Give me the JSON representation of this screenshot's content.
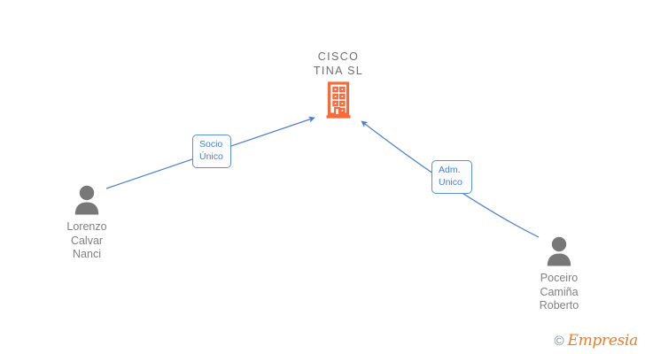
{
  "diagram": {
    "type": "corporate-relationship-graph",
    "background_color": "#ffffff",
    "company": {
      "name": "CISCO\nTINA  SL",
      "icon": "office-building-icon",
      "icon_color": "#f96a3b",
      "label_color": "#6e6e6e"
    },
    "people": [
      {
        "id": "person-left",
        "name": "Lorenzo\nCalvar\nNanci",
        "icon": "person-avatar-icon",
        "icon_color": "#787878",
        "label_color": "#808080"
      },
      {
        "id": "person-right",
        "name": "Poceiro\nCamiña\nRoberto",
        "icon": "person-avatar-icon",
        "icon_color": "#787878",
        "label_color": "#808080"
      }
    ],
    "relations": [
      {
        "id": "relation-socio-unico",
        "label": "Socio\nÚnico",
        "from": "person-left",
        "to": "company",
        "edge_color": "#4a7fd0",
        "border_color": "#5b8fd6",
        "text_color": "#4a7fd0"
      },
      {
        "id": "relation-adm-unico",
        "label": "Adm.\nUnico",
        "from": "person-right",
        "to": "company",
        "edge_color": "#4a7fd0",
        "border_color": "#5b8fd6",
        "text_color": "#4a7fd0"
      }
    ],
    "watermark": {
      "copyright": "©",
      "brand": "Empresia",
      "copyright_color": "#7c8b99",
      "brand_color": "#f07c1e"
    }
  }
}
